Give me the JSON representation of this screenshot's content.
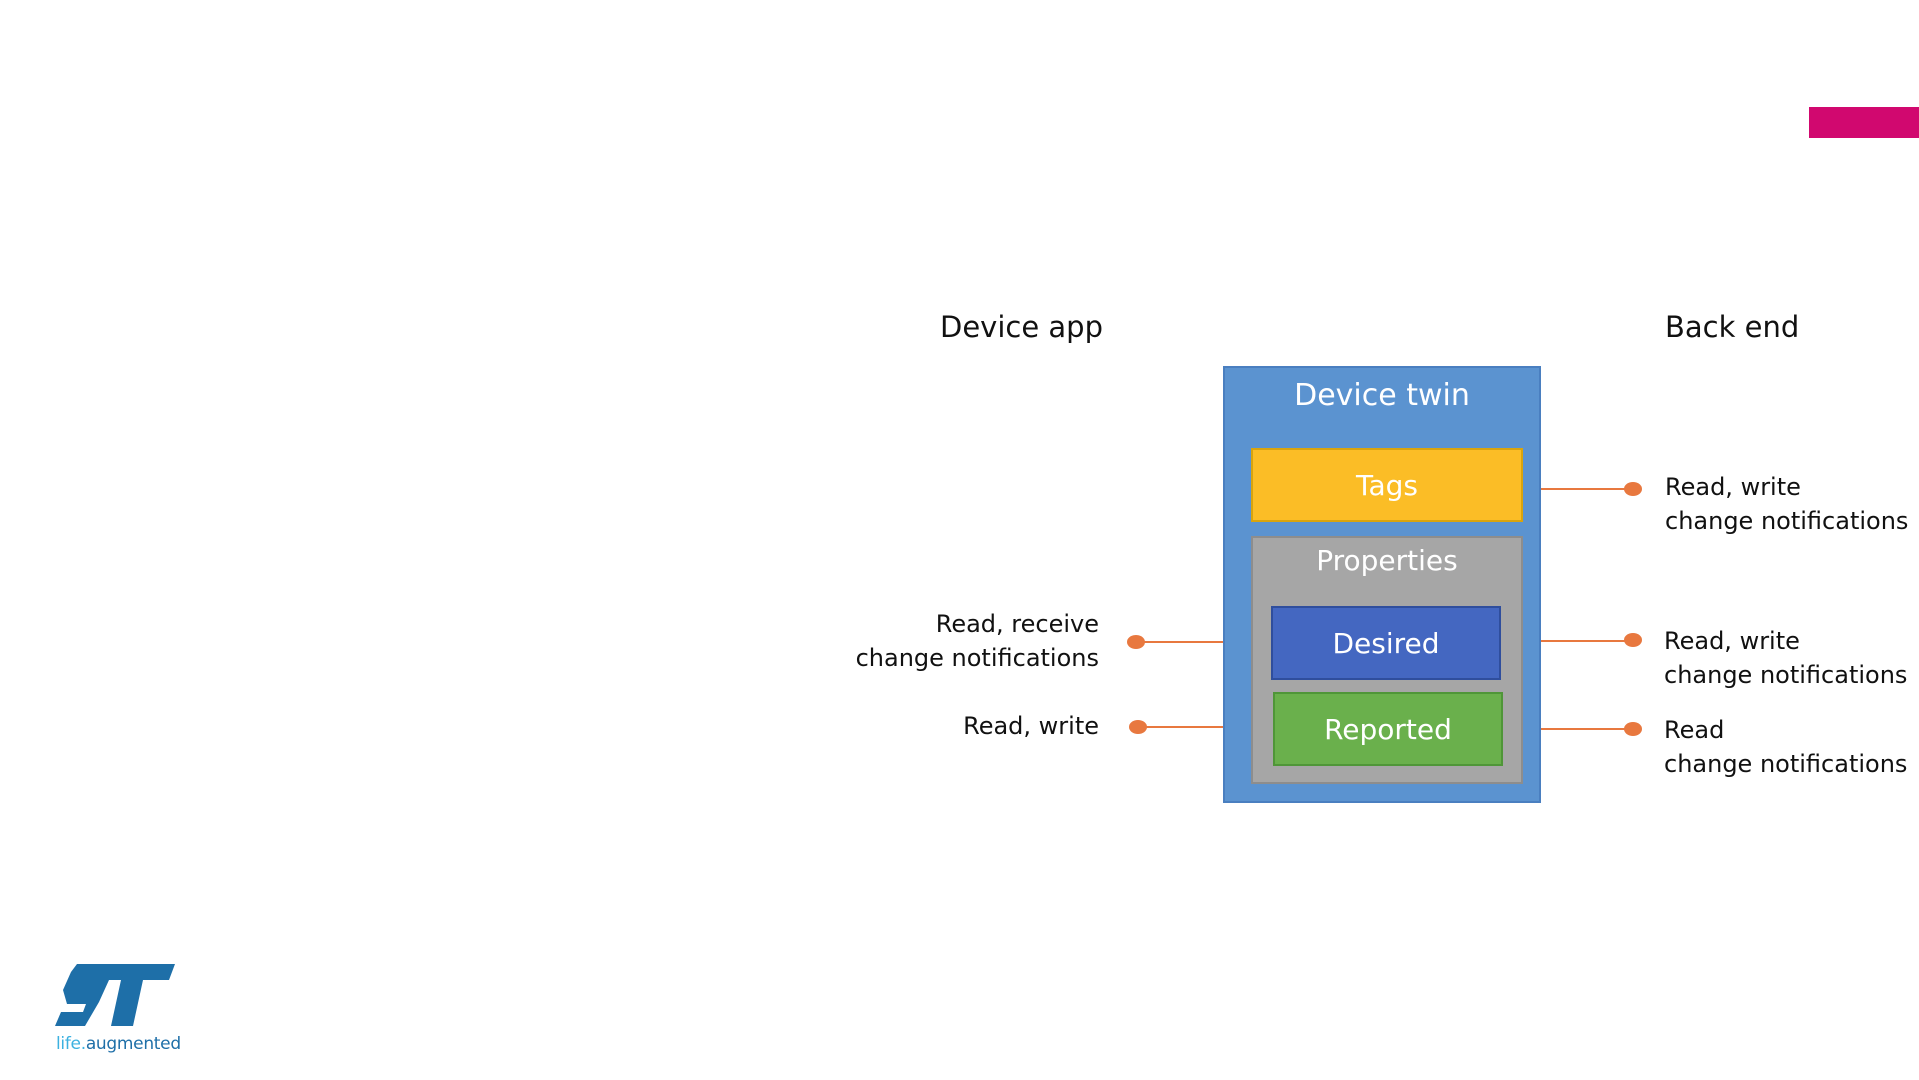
{
  "colors": {
    "accent": "#d1086f",
    "twin_blue": "#5b93d0",
    "tags_yellow": "#fbbd26",
    "properties_gray": "#a6a6a6",
    "desired_blue": "#4467c1",
    "reported_green": "#6ab04c",
    "connector_orange": "#e8783f",
    "logo_blue": "#1e6fa8",
    "logo_cyan": "#3cb1e0"
  },
  "diagram": {
    "left_header": "Device app",
    "right_header": "Back end",
    "twin_title": "Device twin",
    "tags_label": "Tags",
    "properties_label": "Properties",
    "desired_label": "Desired",
    "reported_label": "Reported",
    "left_labels": {
      "desired": [
        "Read, receive",
        "change notifications"
      ],
      "reported": [
        "Read, write"
      ]
    },
    "right_labels": {
      "tags": [
        "Read, write",
        "change notifications"
      ],
      "desired": [
        "Read, write",
        "change notifications"
      ],
      "reported": [
        "Read",
        "change notifications"
      ]
    }
  },
  "logo": {
    "icon": "st-logo-icon",
    "tagline_part1": "life",
    "tagline_dot": ".",
    "tagline_part2": "augmented"
  }
}
